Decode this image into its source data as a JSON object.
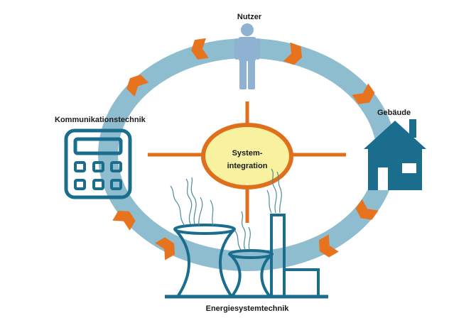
{
  "labels": {
    "user": "Nutzer",
    "building": "Gebäude",
    "communication": "Kommunikationstechnik",
    "energy": "Energiesystemtechnik"
  },
  "center": {
    "line1": "System-",
    "line2": "integration"
  },
  "colors": {
    "ring": "#8fbdd0",
    "arrow": "#e8731e",
    "icon": "#1b6d8e",
    "center_fill": "#f7f1a0",
    "center_stroke": "#e06f1c",
    "person": "#8fb2d3",
    "smoke": "#4e8a9b"
  }
}
